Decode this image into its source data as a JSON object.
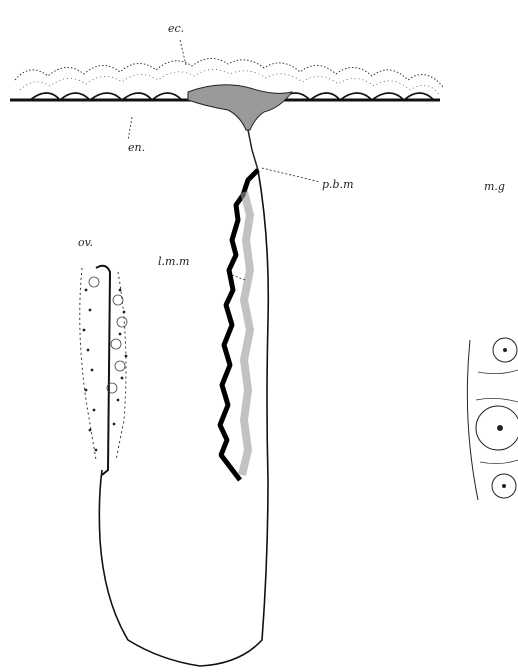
{
  "labels": {
    "ec": "ec.",
    "en": "en.",
    "pbm": "p.b.m",
    "mg": "m.g",
    "ov": "ov.",
    "lmm": "l.m.m"
  },
  "colors": {
    "ink": "#111111",
    "shade": "#9a9a9a",
    "background": "#ffffff"
  }
}
